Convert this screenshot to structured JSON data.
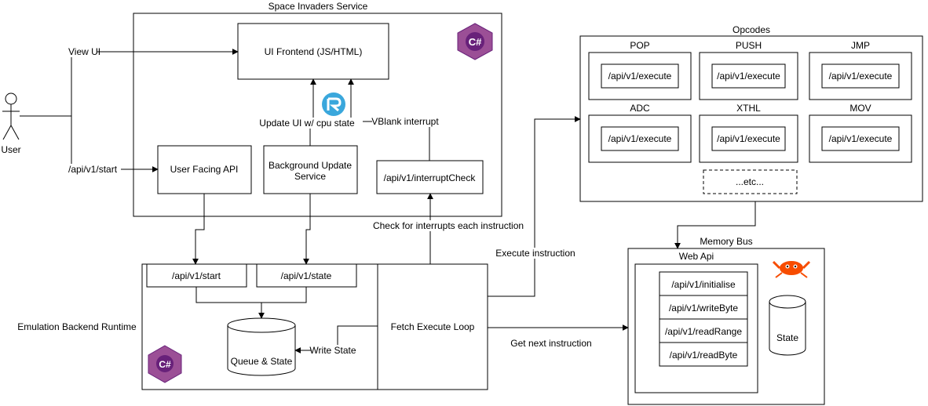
{
  "containers": {
    "service": "Space Invaders Service",
    "opcodes": "Opcodes",
    "memory_bus": "Memory Bus",
    "web_api": "Web Api",
    "runtime": "Emulation Backend Runtime"
  },
  "actor": {
    "label": "User"
  },
  "service_boxes": {
    "frontend": "UI Frontend (JS/HTML)",
    "user_api": "User Facing API",
    "bg_update_line1": "Background Update",
    "bg_update_line2": "Service",
    "interrupt_check": "/api/v1/interruptCheck"
  },
  "runtime_boxes": {
    "start": "/api/v1/start",
    "state": "/api/v1/state",
    "db": "Queue & State",
    "fetch_loop": "Fetch Execute Loop"
  },
  "opcode_groups": [
    {
      "name": "POP",
      "endpoint": "/api/v1/execute"
    },
    {
      "name": "PUSH",
      "endpoint": "/api/v1/execute"
    },
    {
      "name": "JMP",
      "endpoint": "/api/v1/execute"
    },
    {
      "name": "ADC",
      "endpoint": "/api/v1/execute"
    },
    {
      "name": "XTHL",
      "endpoint": "/api/v1/execute"
    },
    {
      "name": "MOV",
      "endpoint": "/api/v1/execute"
    }
  ],
  "opcode_etc": "...etc...",
  "memory_endpoints": [
    "/api/v1/initialise",
    "/api/v1/writeByte",
    "/api/v1/readRange",
    "/api/v1/readByte"
  ],
  "memory_state": "State",
  "edge_labels": {
    "view_ui": "View UI",
    "api_start": "/api/v1/start",
    "update_ui": "Update UI w/ cpu state",
    "vblank": "VBlank interrupt",
    "check_interrupts": "Check for interrupts each instruction",
    "execute_instruction": "Execute instruction",
    "write_state": "Write State",
    "next_instruction": "Get next instruction"
  },
  "logos": {
    "csharp": "C#",
    "csharp_color": "#68217a",
    "redis_color": "#3aa7dc",
    "rust_crab_color": "#f74c00"
  }
}
